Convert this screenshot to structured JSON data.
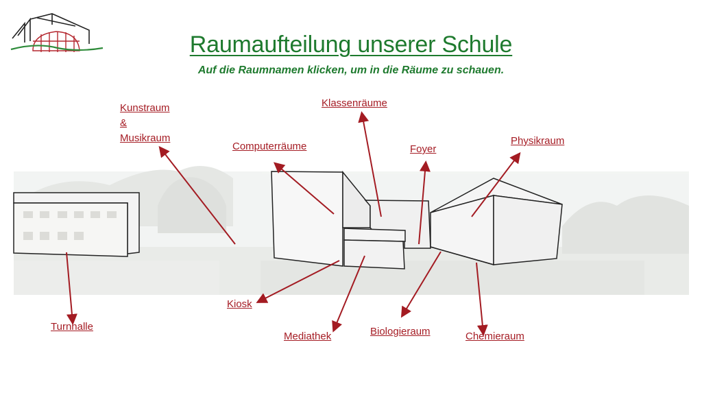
{
  "slide": {
    "title": "Raumaufteilung unserer Schule",
    "subtitle": "Auf die Raumnamen klicken, um in die Räume zu schauen."
  },
  "rooms": {
    "kunstraum": {
      "line1": "Kunstraum",
      "line2": "&",
      "line3": "Musikraum"
    },
    "computerraeume": "Computerräume",
    "klassenraeume": "Klassenräume",
    "foyer": "Foyer",
    "physikraum": "Physikraum",
    "turnhalle": "Turnhalle",
    "kiosk": "Kiosk",
    "mediathek": "Mediathek",
    "biologieraum": "Biologieraum",
    "chemieraum": "Chemieraum"
  },
  "colors": {
    "title_green": "#1e7a2e",
    "link_red": "#a51c24",
    "arrow_red": "#a31b22",
    "logo_red": "#b4262e",
    "logo_green": "#2e8b3a"
  }
}
